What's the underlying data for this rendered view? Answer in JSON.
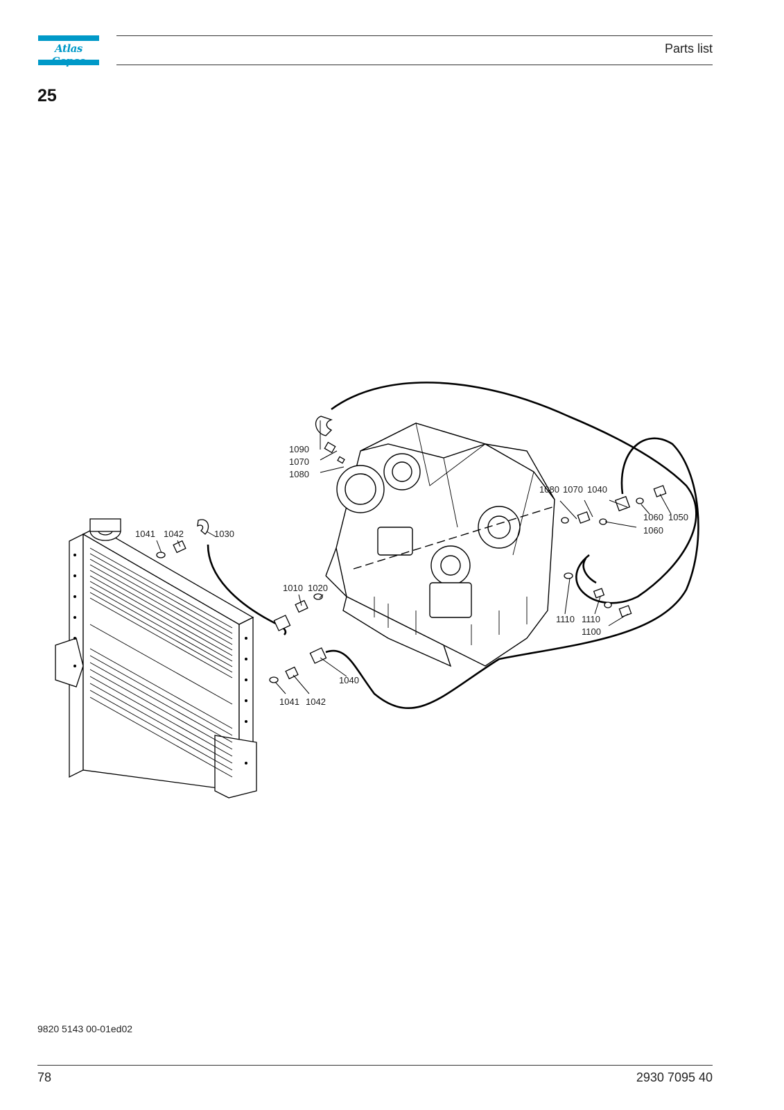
{
  "header": {
    "brand": "Atlas Copco",
    "title": "Parts list"
  },
  "section_number": "25",
  "diagram": {
    "callouts": [
      "1090",
      "1070",
      "1080",
      "1080",
      "1070",
      "1040",
      "1060",
      "1050",
      "1060",
      "1041",
      "1042",
      "1030",
      "1010",
      "1020",
      "1110",
      "1110",
      "1100",
      "1040",
      "1041",
      "1042"
    ]
  },
  "footer": {
    "doc_code": "9820 5143 00-01ed02",
    "page_number": "78",
    "doc_ref": "2930 7095 40"
  }
}
